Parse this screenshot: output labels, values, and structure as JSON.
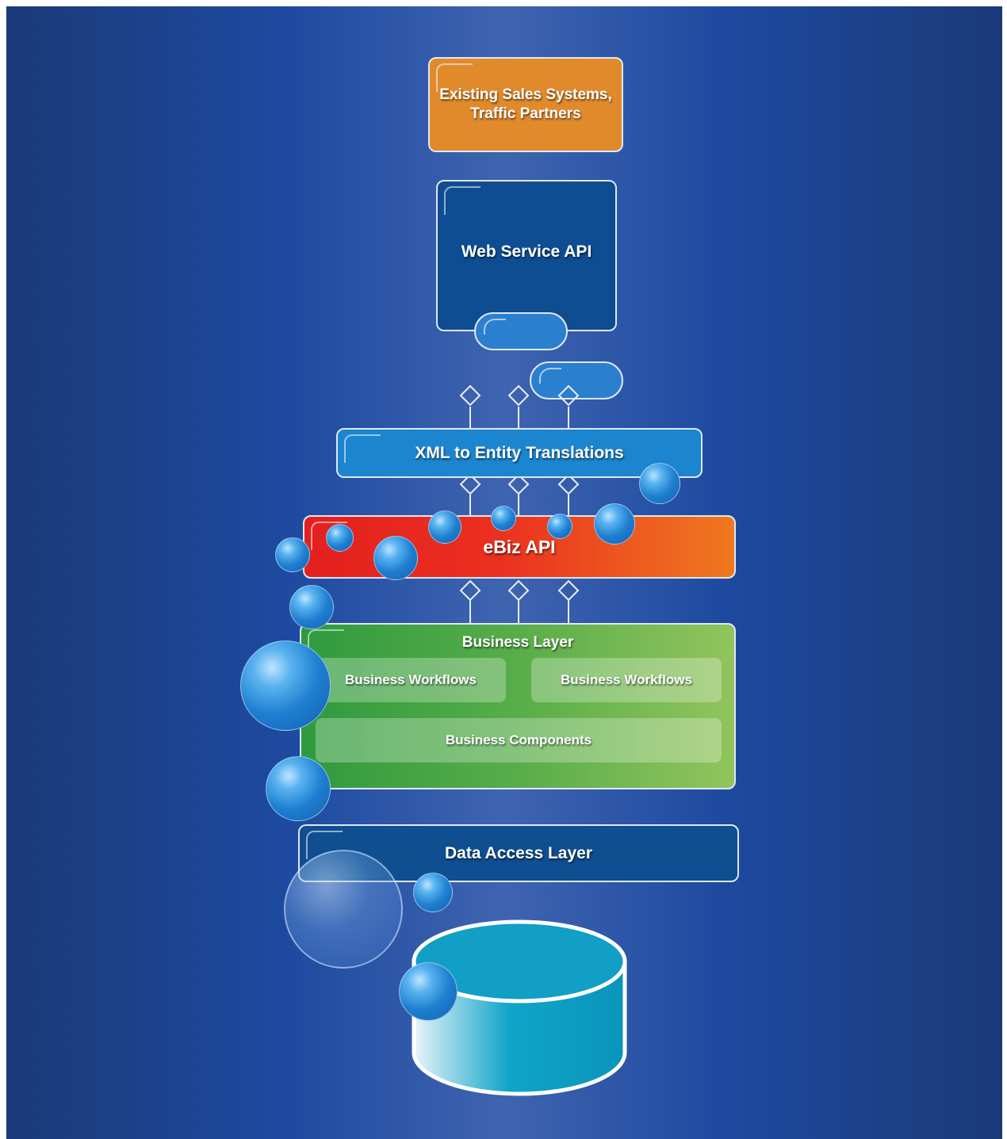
{
  "diagram": {
    "sales_systems": {
      "line1": "Existing Sales Systems,",
      "line2": "Traffic Partners",
      "color": "#e08a2c"
    },
    "web_service_api": {
      "label": "Web Service API",
      "color": "#0e4d92"
    },
    "xml_translations": {
      "label": "XML to Entity Translations",
      "color": "#1c85cf"
    },
    "ebiz_api": {
      "label": "eBiz API",
      "colors": [
        "#e3201f",
        "#f0781f"
      ]
    },
    "business_layer": {
      "label": "Business Layer",
      "workflows_left": "Business Workflows",
      "workflows_right": "Business Workflows",
      "components": "Business Components",
      "colors": [
        "#2f9a3e",
        "#92c45c"
      ]
    },
    "data_access_layer": {
      "label": "Data Access Layer",
      "color": "#0f4e90"
    },
    "database": {
      "color": "#0fa5c8"
    }
  }
}
